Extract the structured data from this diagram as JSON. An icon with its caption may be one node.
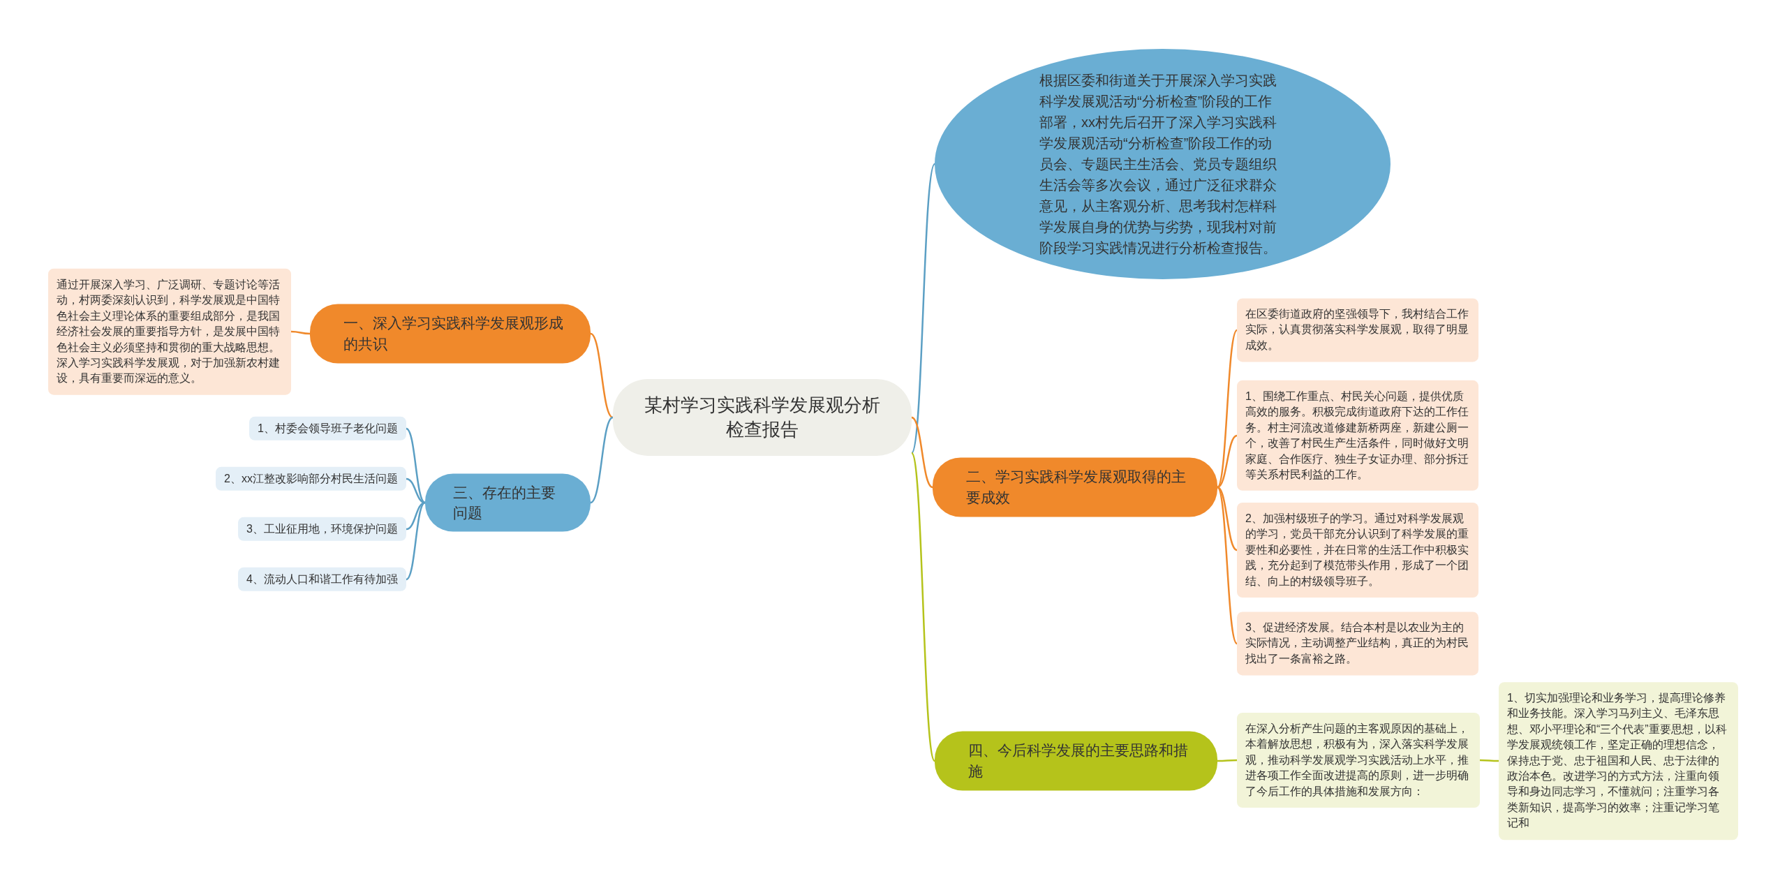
{
  "diagram": {
    "nodes": [
      {
        "text": [
          "某村学习实践科学发展观分析检查报告"
        ]
      },
      {
        "text": [
          "一、深入学习实践科学发展观形成的共识"
        ]
      },
      {
        "text": [
          "通过开展深入学习、广泛调研、专题讨论等活动，村两委深刻认识到，科学发展观是中国特色社会主义理论体系的重要组成部分，是我国经济社会发展的重要指导方针，是发展中国特色社会主义必须坚持和贯彻的重大战略思想。深入学习实践科学发展观，对于加强新农村建设，具有重要而深远的意义。"
        ]
      },
      {
        "text": [
          "三、存在的主要问题"
        ]
      },
      {
        "text": [
          "1、村委会领导班子老化问题"
        ]
      },
      {
        "text": [
          "2、xx江整改影响部分村民生活问题"
        ]
      },
      {
        "text": [
          "3、工业征用地，环境保护问题"
        ]
      },
      {
        "text": [
          "4、流动人口和谐工作有待加强"
        ]
      },
      {
        "text": [
          "根据区委和街道关于开展深入学习实践科学发展观活动“分析检查”阶段的工作部署，xx村先后召开了深入学习实践科学发展观活动“分析检查”阶段工作的动员会、专题民主生活会、党员专题组织生活会等多次会议，通过广泛征求群众意见，从主客观分析、思考我村怎样科学发展自身的优势与劣势，现我村对前阶段学习实践情况进行分析检查报告。"
        ]
      },
      {
        "text": [
          "二、学习实践科学发展观取得的主要成效"
        ]
      },
      {
        "text": [
          "在区委街道政府的坚强领导下，我村结合工作实际，认真贯彻落实科学发展观，取得了明显成效。"
        ]
      },
      {
        "text": [
          "1、围绕工作重点、村民关心问题，提供优质高效的服务。积极完成街道政府下达的工作任务。村主河流改道修建新桥两座，新建公厕一个，改善了村民生产生活条件，同时做好文明家庭、合作医疗、独生子女证办理、部分拆迁等关系村民利益的工作。"
        ]
      },
      {
        "text": [
          "2、加强村级班子的学习。通过对科学发展观的学习，党员干部充分认识到了科学发展的重要性和必要性，并在日常的生活工作中积极实践，充分起到了模范带头作用，形成了一个团结、向上的村级领导班子。"
        ]
      },
      {
        "text": [
          "3、促进经济发展。结合本村是以农业为主的实际情况，主动调整产业结构，真正的为村民找出了一条富裕之路。"
        ]
      },
      {
        "text": [
          "四、今后科学发展的主要思路和措施"
        ]
      },
      {
        "text": [
          "在深入分析产生问题的主客观原因的基础上，本着解放思想，积极有为，深入落实科学发展观，推动科学发展观学习实践活动上水平，推进各项工作全面改进提高的原则，进一步明确了今后工作的具体措施和发展方向："
        ]
      },
      {
        "text": [
          "1、切实加强理论和业务学习，提高理论修养和业务技能。深入学习马列主义、毛泽东思想、邓小平理论和“三个代表”重要思想，以科学发展观统领工作，坚定正确的理想信念，保持忠于党、忠于祖国和人民、忠于法律的政治本色。改进学习的方式方法，注重向领导和身边同志学习，不懂就问；注重学习各类新知识，提高学习的效率；注重记学习笔记和"
        ]
      }
    ],
    "edges": [
      {
        "from": 0,
        "to": 1,
        "arrow": "none",
        "color": "#f0892b"
      },
      {
        "from": 1,
        "to": 2,
        "arrow": "none",
        "color": "#f0892b"
      },
      {
        "from": 0,
        "to": 3,
        "arrow": "none",
        "color": "#5b9fc4"
      },
      {
        "from": 3,
        "to": 4,
        "arrow": "none",
        "color": "#5b9fc4"
      },
      {
        "from": 3,
        "to": 5,
        "arrow": "none",
        "color": "#5b9fc4"
      },
      {
        "from": 3,
        "to": 6,
        "arrow": "none",
        "color": "#5b9fc4"
      },
      {
        "from": 3,
        "to": 7,
        "arrow": "none",
        "color": "#5b9fc4"
      },
      {
        "from": 0,
        "to": 8,
        "arrow": "none",
        "color": "#5b9fc4"
      },
      {
        "from": 0,
        "to": 9,
        "arrow": "none",
        "color": "#f0892b"
      },
      {
        "from": 9,
        "to": 10,
        "arrow": "none",
        "color": "#f0892b"
      },
      {
        "from": 9,
        "to": 11,
        "arrow": "none",
        "color": "#f0892b"
      },
      {
        "from": 9,
        "to": 12,
        "arrow": "none",
        "color": "#f0892b"
      },
      {
        "from": 9,
        "to": 13,
        "arrow": "none",
        "color": "#f0892b"
      },
      {
        "from": 0,
        "to": 14,
        "arrow": "none",
        "color": "#b5c31b"
      },
      {
        "from": 14,
        "to": 15,
        "arrow": "none",
        "color": "#b5c31b"
      },
      {
        "from": 15,
        "to": 16,
        "arrow": "none",
        "color": "#b5c31b"
      }
    ]
  }
}
